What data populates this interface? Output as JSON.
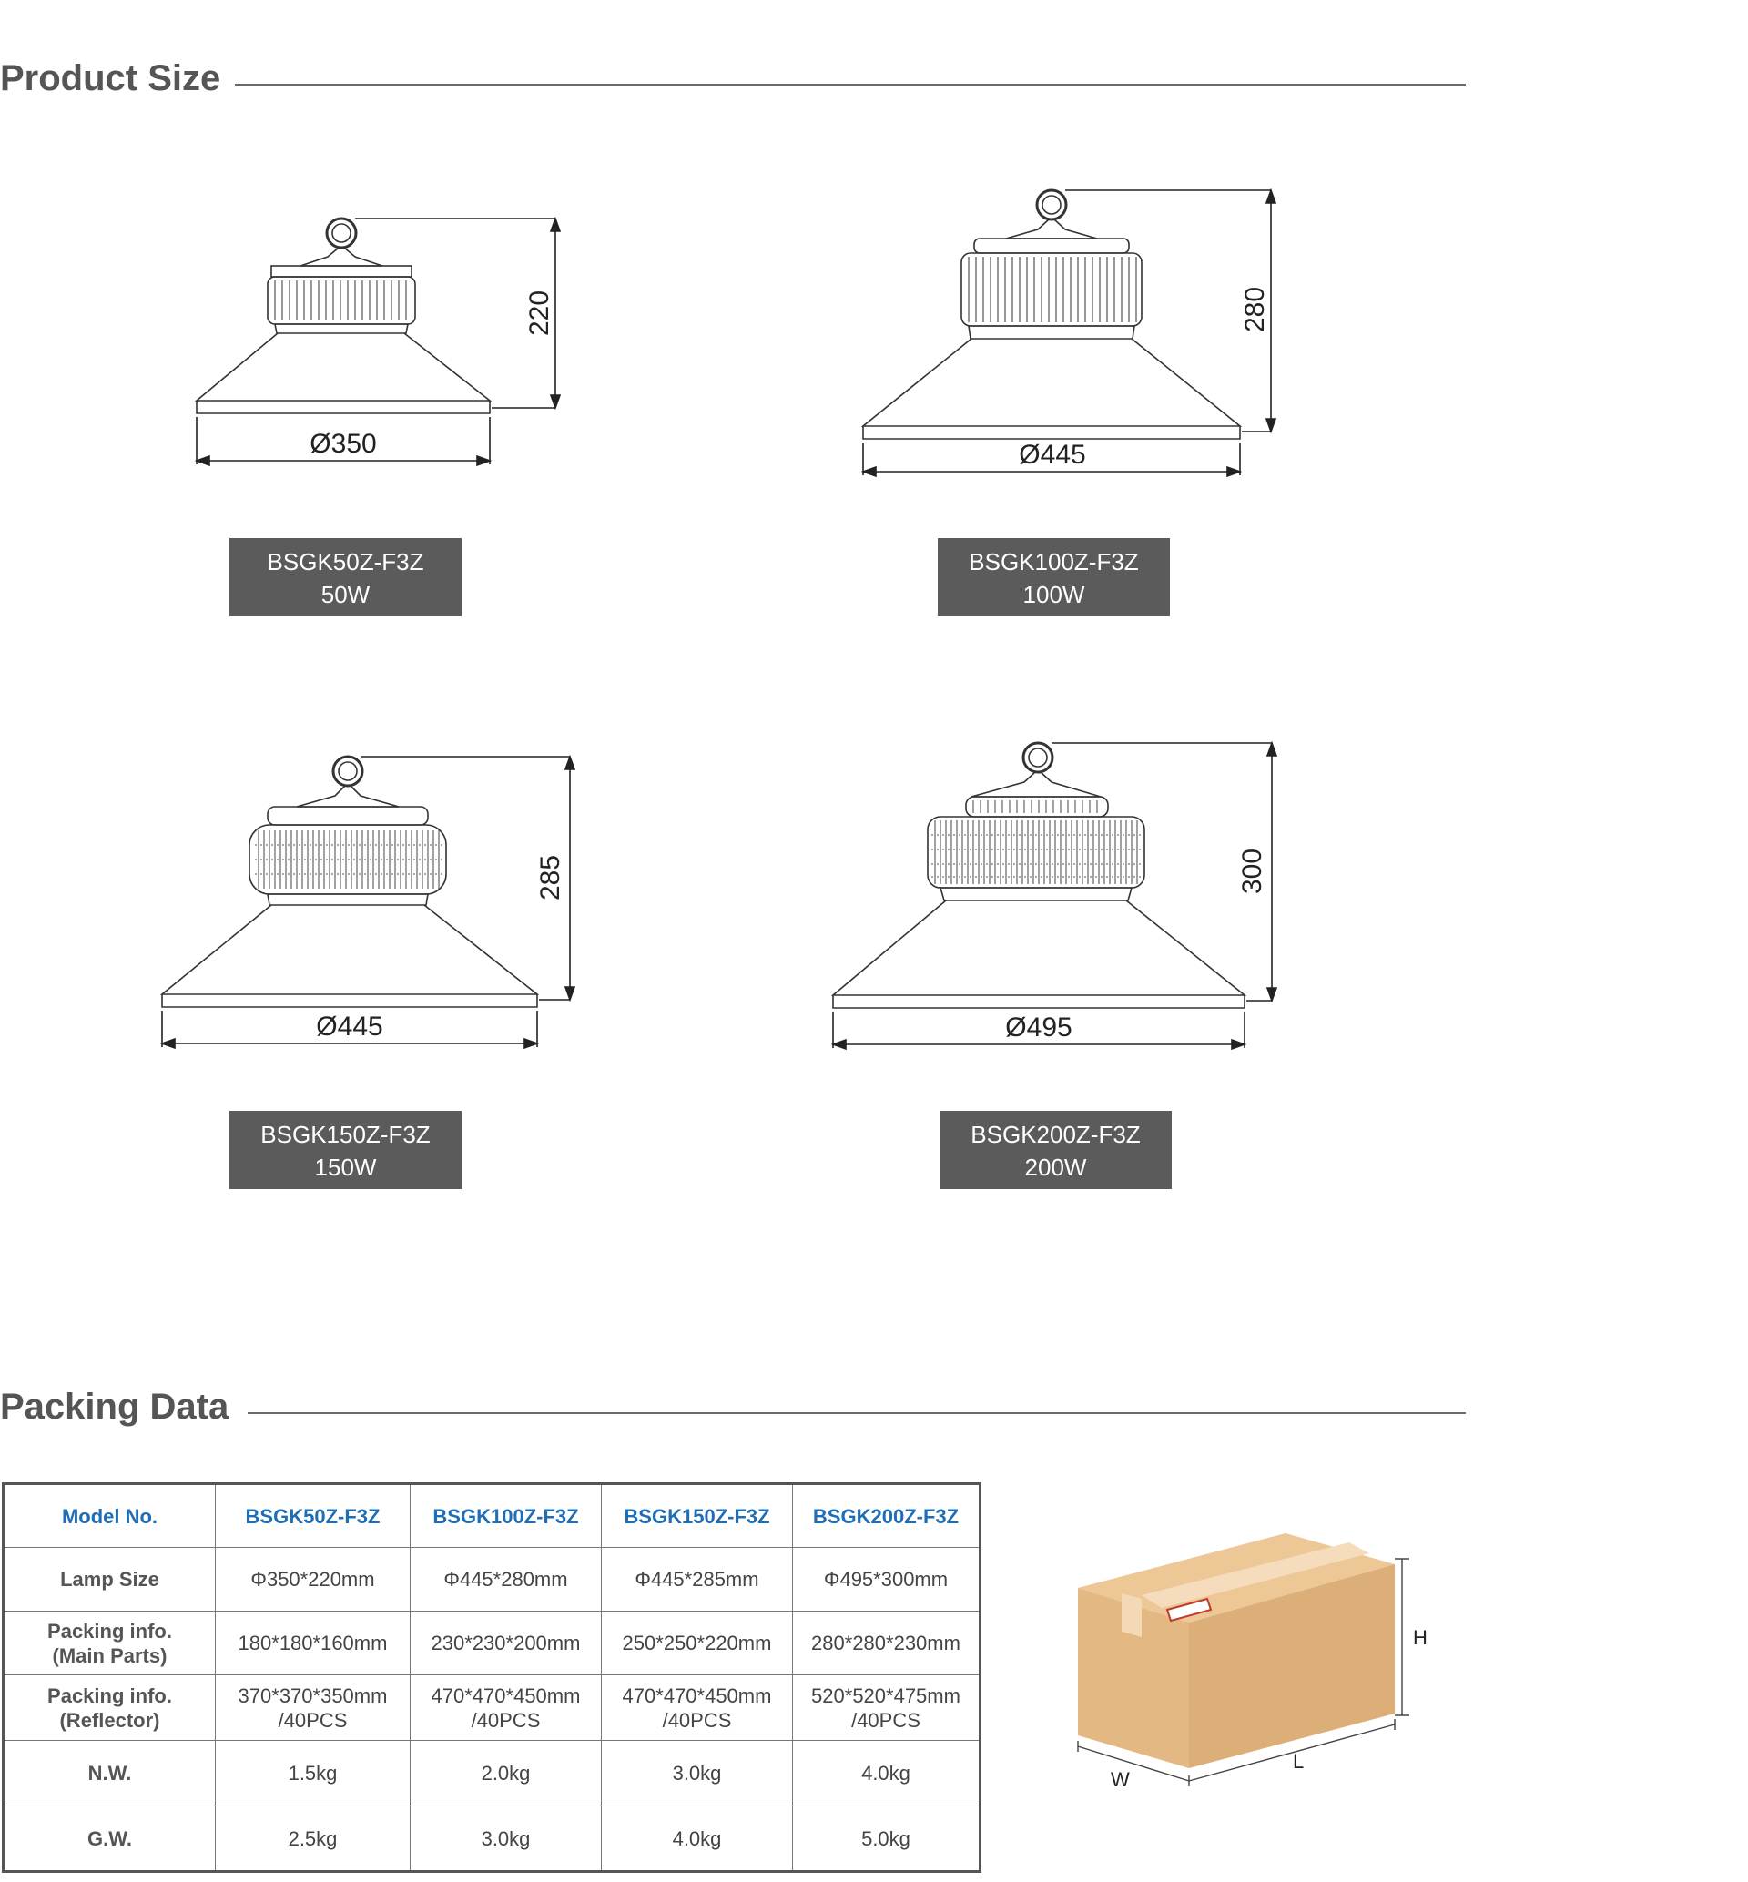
{
  "sections": {
    "product_size": "Product Size",
    "packing_data": "Packing Data"
  },
  "products": [
    {
      "model": "BSGK50Z-F3Z",
      "power": "50W",
      "diameter_label": "Ø350",
      "height_label": "220"
    },
    {
      "model": "BSGK100Z-F3Z",
      "power": "100W",
      "diameter_label": "Ø445",
      "height_label": "280"
    },
    {
      "model": "BSGK150Z-F3Z",
      "power": "150W",
      "diameter_label": "Ø445",
      "height_label": "285"
    },
    {
      "model": "BSGK200Z-F3Z",
      "power": "200W",
      "diameter_label": "Ø495",
      "height_label": "300"
    }
  ],
  "table": {
    "header": [
      "Model No.",
      "BSGK50Z-F3Z",
      "BSGK100Z-F3Z",
      "BSGK150Z-F3Z",
      "BSGK200Z-F3Z"
    ],
    "rows": [
      {
        "label": [
          "Lamp Size"
        ],
        "cells": [
          [
            "Φ350*220mm"
          ],
          [
            "Φ445*280mm"
          ],
          [
            "Φ445*285mm"
          ],
          [
            "Φ495*300mm"
          ]
        ]
      },
      {
        "label": [
          "Packing info.",
          "(Main Parts)"
        ],
        "cells": [
          [
            "180*180*160mm"
          ],
          [
            "230*230*200mm"
          ],
          [
            "250*250*220mm"
          ],
          [
            "280*280*230mm"
          ]
        ]
      },
      {
        "label": [
          "Packing info.",
          "(Reflector)"
        ],
        "cells": [
          [
            "370*370*350mm",
            "/40PCS"
          ],
          [
            "470*470*450mm",
            "/40PCS"
          ],
          [
            "470*470*450mm",
            "/40PCS"
          ],
          [
            "520*520*475mm",
            "/40PCS"
          ]
        ]
      },
      {
        "label": [
          "N.W."
        ],
        "cells": [
          [
            "1.5kg"
          ],
          [
            "2.0kg"
          ],
          [
            "3.0kg"
          ],
          [
            "4.0kg"
          ]
        ]
      },
      {
        "label": [
          "G.W."
        ],
        "cells": [
          [
            "2.5kg"
          ],
          [
            "3.0kg"
          ],
          [
            "4.0kg"
          ],
          [
            "5.0kg"
          ]
        ]
      }
    ]
  },
  "box": {
    "h_label": "H",
    "l_label": "L",
    "w_label": "W"
  },
  "colors": {
    "model_box_bg": "#5b5b5b",
    "header_text": "#1f6db5",
    "carton": "#e8bf8c",
    "carton_side": "#dcae78",
    "tape": "#f3d9b6"
  }
}
